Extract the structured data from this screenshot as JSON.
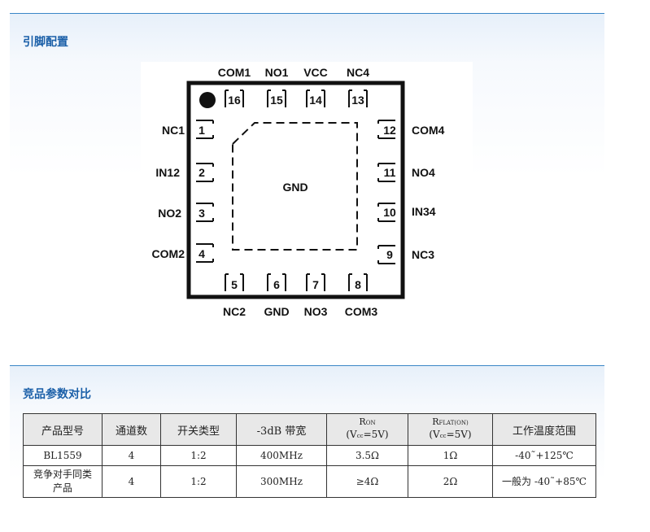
{
  "sections": {
    "pinout_title": "引脚配置",
    "compare_title": "竞品参数对比"
  },
  "pinout": {
    "center_label": "GND",
    "pins": [
      {
        "num": "1",
        "name": "NC1"
      },
      {
        "num": "2",
        "name": "IN12"
      },
      {
        "num": "3",
        "name": "NO2"
      },
      {
        "num": "4",
        "name": "COM2"
      },
      {
        "num": "5",
        "name": "NC2"
      },
      {
        "num": "6",
        "name": "GND"
      },
      {
        "num": "7",
        "name": "NO3"
      },
      {
        "num": "8",
        "name": "COM3"
      },
      {
        "num": "9",
        "name": "NC3"
      },
      {
        "num": "10",
        "name": "IN34"
      },
      {
        "num": "11",
        "name": "NO4"
      },
      {
        "num": "12",
        "name": "COM4"
      },
      {
        "num": "13",
        "name": "NC4"
      },
      {
        "num": "14",
        "name": "VCC"
      },
      {
        "num": "15",
        "name": "NO1"
      },
      {
        "num": "16",
        "name": "COM1"
      }
    ]
  },
  "table": {
    "headers": {
      "model": "产品型号",
      "channels": "通道数",
      "switch_type": "开关类型",
      "bandwidth": "-3dB 带宽",
      "ron_main": "R",
      "ron_sub": "ON",
      "ron_cond_a": "(V",
      "ron_cond_sub": "cc",
      "ron_cond_b": "=5V)",
      "rflat_main": "R",
      "rflat_sub": "FLAT(ON)",
      "rflat_cond_a": "(V",
      "rflat_cond_sub": "cc",
      "rflat_cond_b": "=5V)",
      "temp": "工作温度范围"
    },
    "rows": [
      {
        "model": "BL1559",
        "channels": "4",
        "switch_type": "1:2",
        "bandwidth": "400MHz",
        "ron": "3.5Ω",
        "rflat": "1Ω",
        "temp": "-40˜+125℃"
      },
      {
        "model": "竞争对手同类产品",
        "channels": "4",
        "switch_type": "1:2",
        "bandwidth": "300MHz",
        "ron": "≥4Ω",
        "rflat": "2Ω",
        "temp": "一般为 -40˜+85℃"
      }
    ]
  }
}
